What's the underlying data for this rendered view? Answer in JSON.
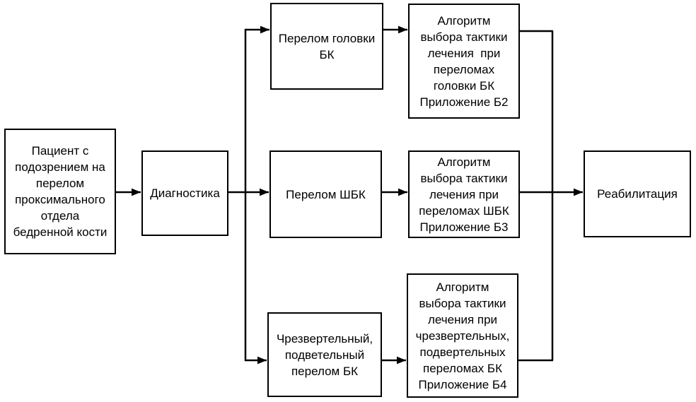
{
  "diagram": {
    "type": "flowchart",
    "language": "ru",
    "colors": {
      "line": "#000000",
      "text": "#000000",
      "box_fill": "#ffffff",
      "background": "#ffffff"
    },
    "nodes": {
      "patient": {
        "label": "Пациент с\nподозрением на\nперелом\nпроксимального\nотдела\nбедренной кости"
      },
      "diagnostics": {
        "label": "Диагностика"
      },
      "fracture_head": {
        "label": "Перелом головки\nБК"
      },
      "algo_b2": {
        "label": "Алгоритм\nвыбора тактики\nлечения  при\nпереломах\nголовки БК\nПриложение Б2"
      },
      "fracture_neck": {
        "label": "Перелом ШБК"
      },
      "algo_b3": {
        "label": "Алгоритм\nвыбора тактики\nлечения при\nпереломах ШБК\nПриложение Б3"
      },
      "fracture_trochanteric": {
        "label": "Чрезвертельный,\nподветельный\nперелом БК"
      },
      "algo_b4": {
        "label": "Алгоритм\nвыбора тактики\nлечения при\nчрезвертельных,\nподвертельных\nпереломах БК\nПриложение Б4"
      },
      "rehabilitation": {
        "label": "Реабилитация"
      }
    },
    "edges": [
      {
        "from": "patient",
        "to": "diagnostics"
      },
      {
        "from": "diagnostics",
        "to": "fracture_head"
      },
      {
        "from": "diagnostics",
        "to": "fracture_neck"
      },
      {
        "from": "diagnostics",
        "to": "fracture_trochanteric"
      },
      {
        "from": "fracture_head",
        "to": "algo_b2"
      },
      {
        "from": "fracture_neck",
        "to": "algo_b3"
      },
      {
        "from": "fracture_trochanteric",
        "to": "algo_b4"
      },
      {
        "from": "algo_b2",
        "to": "rehabilitation"
      },
      {
        "from": "algo_b3",
        "to": "rehabilitation"
      },
      {
        "from": "algo_b4",
        "to": "rehabilitation"
      }
    ]
  }
}
